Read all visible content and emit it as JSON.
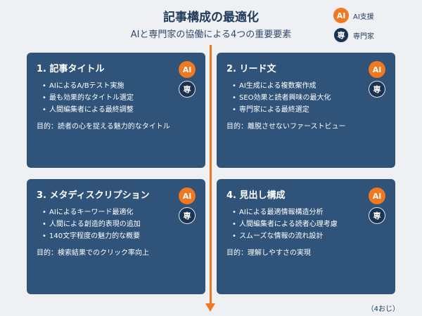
{
  "header": {
    "title": "記事構成の最適化",
    "subtitle": "AIと専門家の協働による4つの重要要素"
  },
  "legend": {
    "ai_badge": "AI",
    "ai_label": "AI支援",
    "pro_badge": "専",
    "pro_label": "専門家"
  },
  "colors": {
    "ai": "#f07820",
    "expert": "#1b3350",
    "card": "#2f5379",
    "background": "#eef0f3"
  },
  "cards": [
    {
      "title": "1. 記事タイトル",
      "items": [
        "AIによるA/Bテスト実施",
        "最も効果的なタイトル選定",
        "人間編集者による最終調整"
      ],
      "goal": "目的：読者の心を捉える魅力的なタイトル"
    },
    {
      "title": "2. リード文",
      "items": [
        "AI生成による複数案作成",
        "SEO効果と読者興味の最大化",
        "専門家による最終選定"
      ],
      "goal": "目的：離脱させないファーストビュー"
    },
    {
      "title": "3. メタディスクリプション",
      "items": [
        "AIによるキーワード最適化",
        "人間による創造的表現の追加",
        "140文字程度の魅力的な概要"
      ],
      "goal": "目的：検索結果でのクリック率向上"
    },
    {
      "title": "4. 見出し構成",
      "items": [
        "AIによる最適情報構造分析",
        "人間編集者による読者心理考慮",
        "スムーズな情報の流れ設計"
      ],
      "goal": "目的：理解しやすさの実現"
    }
  ],
  "footer": "（4おじ）"
}
